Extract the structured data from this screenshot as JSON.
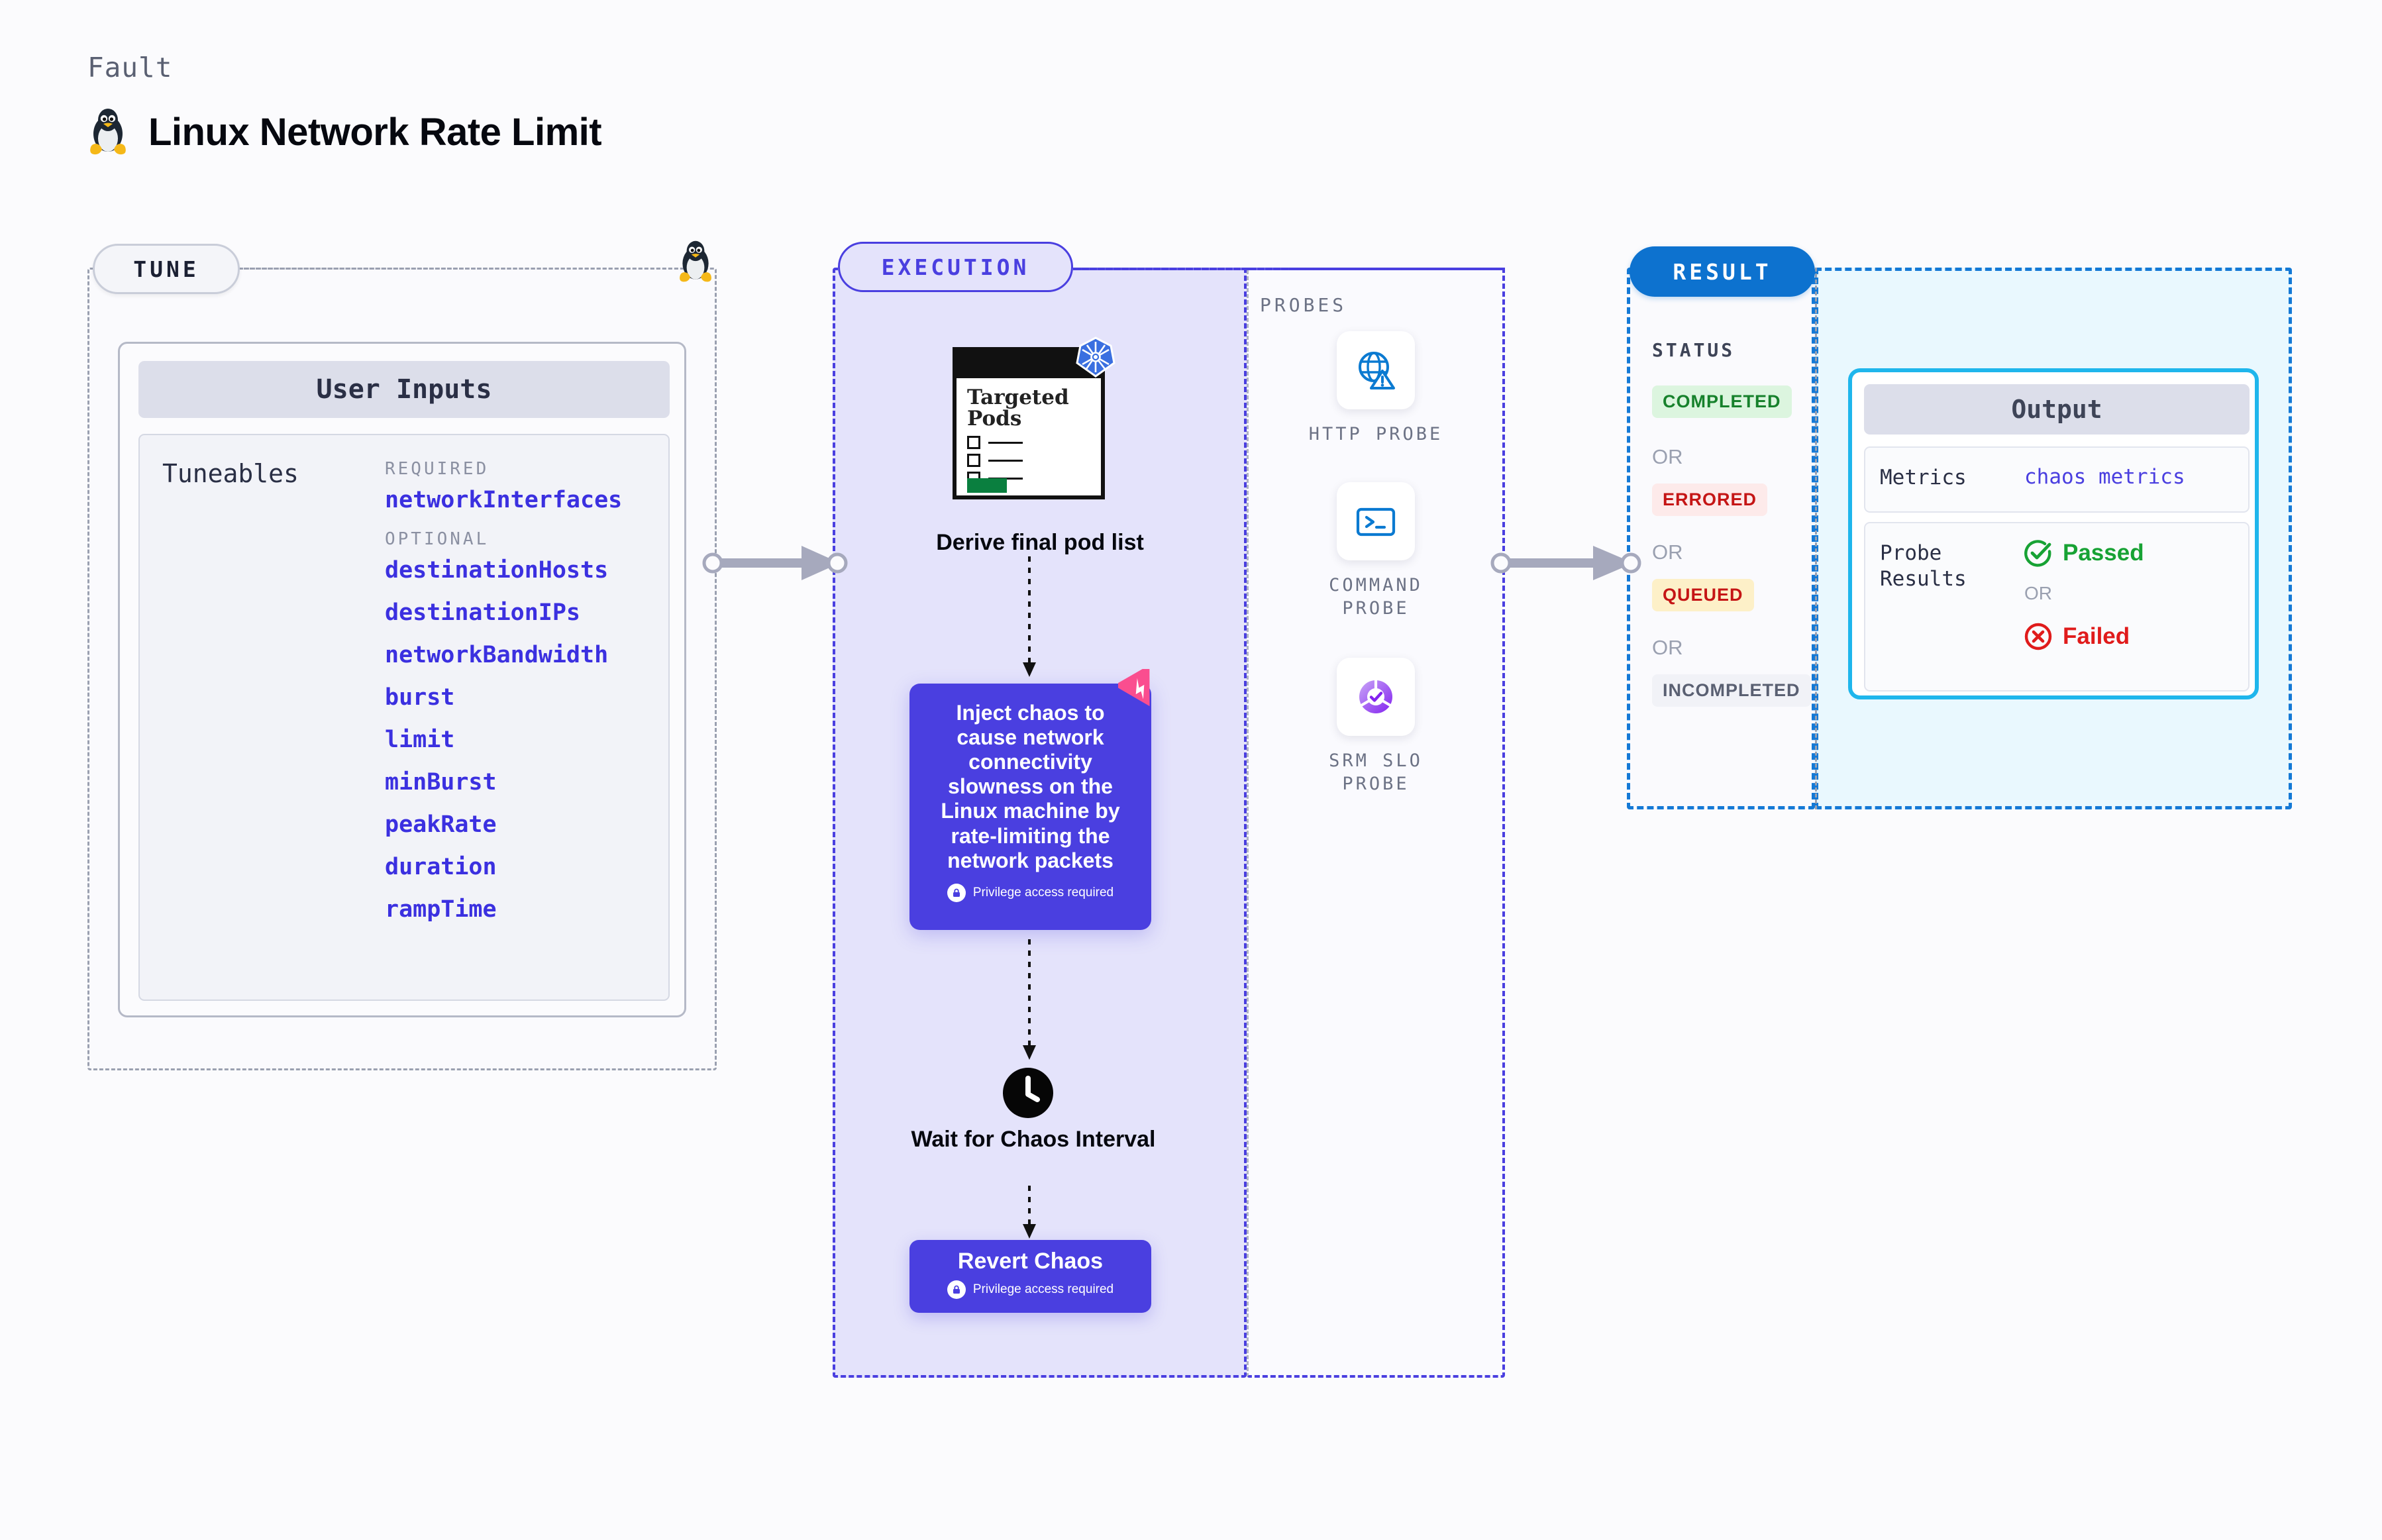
{
  "header": {
    "eyebrow": "Fault",
    "title": "Linux Network Rate Limit",
    "icon": "linux-penguin-icon"
  },
  "tune": {
    "pill_label": "TUNE",
    "card_title": "User Inputs",
    "tuneables_label": "Tuneables",
    "groups": [
      {
        "name": "REQUIRED",
        "items": [
          "networkInterfaces"
        ]
      },
      {
        "name": "OPTIONAL",
        "items": [
          "destinationHosts",
          "destinationIPs",
          "networkBandwidth",
          "burst",
          "limit",
          "minBurst",
          "peakRate",
          "duration",
          "rampTime"
        ]
      }
    ]
  },
  "execution": {
    "pill_label": "EXECUTION",
    "nodes": {
      "derive": {
        "doc_title": "Targeted Pods",
        "label": "Derive final pod list",
        "badge_icon": "kubernetes-icon"
      },
      "inject": {
        "text": "Inject chaos to cause network connectivity slowness on the Linux machine by rate-limiting the network packets",
        "privilege_note": "Privilege access required",
        "corner_icon": "litmuschaos-icon"
      },
      "wait": {
        "label": "Wait for Chaos Interval",
        "icon": "clock-icon"
      },
      "revert": {
        "title": "Revert Chaos",
        "privilege_note": "Privilege access required"
      }
    }
  },
  "probes": {
    "section_label": "PROBES",
    "items": [
      {
        "name": "HTTP PROBE",
        "icon": "globe-warning-icon"
      },
      {
        "name": "COMMAND PROBE",
        "icon": "terminal-icon"
      },
      {
        "name": "SRM SLO PROBE",
        "icon": "slo-check-icon"
      }
    ]
  },
  "result": {
    "pill_label": "RESULT",
    "status_label": "STATUS",
    "or_label": "OR",
    "statuses": [
      {
        "label": "COMPLETED",
        "bg": "#dcf5df",
        "fg": "#17812c"
      },
      {
        "label": "ERRORED",
        "bg": "#fdeaea",
        "fg": "#c51515"
      },
      {
        "label": "QUEUED",
        "bg": "#fdf0c8",
        "fg": "#c51515"
      },
      {
        "label": "INCOMPLETED",
        "bg": "#f1f2f7",
        "fg": "#5a6072"
      }
    ],
    "output": {
      "title": "Output",
      "metrics_key": "Metrics",
      "metrics_value": "chaos metrics",
      "probe_key": "Probe Results",
      "passed_label": "Passed",
      "failed_label": "Failed",
      "or_label": "OR"
    }
  },
  "colors": {
    "accent_purple": "#4a3fe0",
    "accent_blue": "#0d72cf",
    "output_border": "#1fb6ec",
    "pass_green": "#17a234",
    "fail_red": "#e01b1b"
  }
}
